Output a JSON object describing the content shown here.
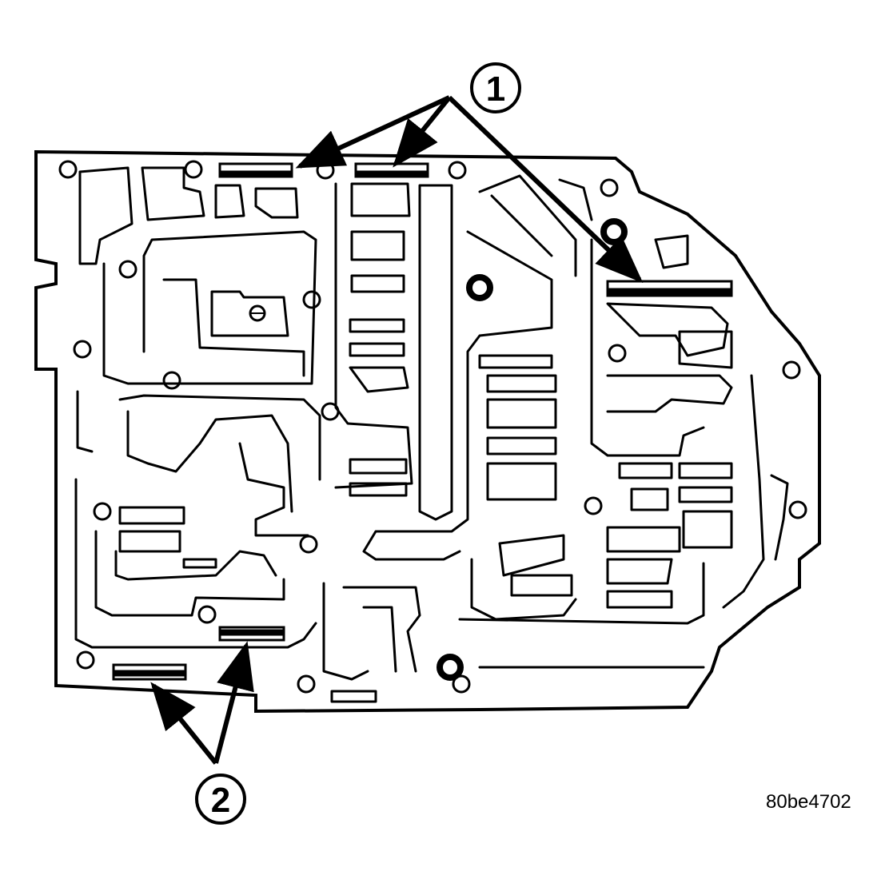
{
  "callouts": {
    "one": "1",
    "two": "2"
  },
  "figure_id": "80be4702",
  "colors": {
    "ink": "#000000",
    "paper": "#ffffff"
  }
}
